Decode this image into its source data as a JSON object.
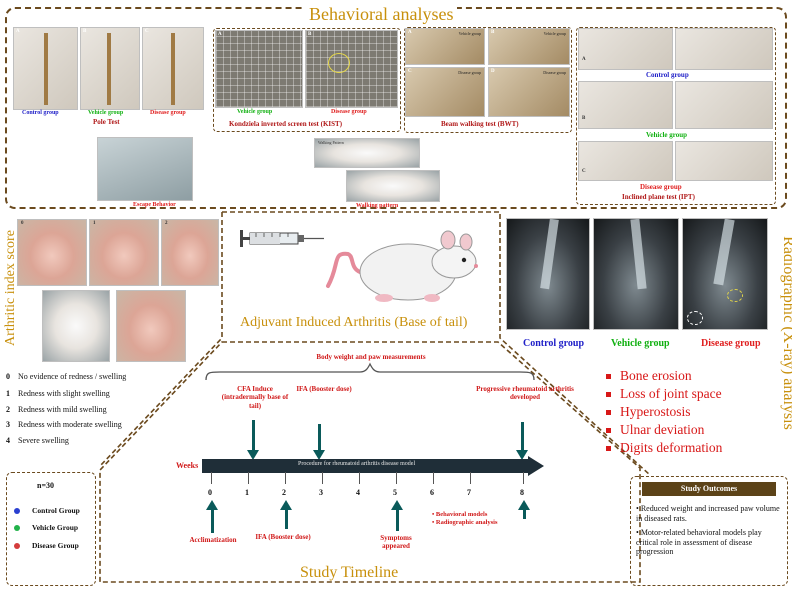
{
  "behavioral": {
    "title": "Behavioral analyses",
    "pole_test": {
      "title": "Pole Test",
      "panels": [
        "A",
        "B",
        "C"
      ],
      "groups": [
        "Control group",
        "Vehicle group",
        "Disease group"
      ]
    },
    "escape": {
      "caption": "Escape Behavior"
    },
    "kist": {
      "title": "Kondziela inverted screen test (KIST)",
      "panels": [
        "A",
        "B"
      ],
      "groups": [
        "Vehicle group",
        "Disease group"
      ]
    },
    "walking": {
      "caption": "Walking pattern",
      "photo_text": "Walking Pattern"
    },
    "bwt": {
      "title": "Beam walking test (BWT)",
      "panels": [
        "A",
        "B",
        "C",
        "D"
      ],
      "tags": [
        "Vehicle group",
        "Vehicle group",
        "Disease group",
        "Disease group"
      ]
    },
    "ipt": {
      "title": "Inclined plane test (IPT)",
      "panels": [
        "A",
        "B",
        "C"
      ],
      "groups": [
        "Control group",
        "Vehicle group",
        "Disease group"
      ]
    }
  },
  "arthritic": {
    "title": "Arthritic index score",
    "panels": [
      "0",
      "1",
      "2"
    ],
    "scores": [
      {
        "n": "0",
        "t": "No evidence of redness / swelling"
      },
      {
        "n": "1",
        "t": "Redness with slight swelling"
      },
      {
        "n": "2",
        "t": "Redness with mild swelling"
      },
      {
        "n": "3",
        "t": "Redness with moderate swelling"
      },
      {
        "n": "4",
        "t": "Severe swelling"
      }
    ]
  },
  "induction": {
    "title": "Adjuvant Induced Arthritis (Base of tail)"
  },
  "radiographic": {
    "title": "Radiographic (X-ray) analysis",
    "groups": [
      "Control group",
      "Vehicle group",
      "Disease group"
    ],
    "findings": [
      "Bone erosion",
      "Loss of joint space",
      "Hyperostosis",
      "Ulnar deviation",
      "Digits deformation"
    ]
  },
  "timeline": {
    "title": "Study Timeline",
    "bracket_label": "Body weight and paw measurements",
    "axis_label": "Weeks",
    "bar_label": "Procedure for rheumatoid arthritis disease model",
    "weeks": [
      "0",
      "1",
      "2",
      "3",
      "4",
      "5",
      "6",
      "7",
      "8"
    ],
    "top_events": [
      "CFA Induce (intradermally base of tail)",
      "IFA (Booster dose)",
      "Progressive rheumatoid arthritis developed"
    ],
    "bottom_events": [
      "Acclimatization",
      "IFA (Booster dose)",
      "Symptoms appeared",
      "Behavioral models",
      "Radiographic analysis"
    ]
  },
  "legend": {
    "n": "n=30",
    "items": [
      {
        "label": "Control Group",
        "color": "#2a3fd0"
      },
      {
        "label": "Vehicle Group",
        "color": "#22b24a"
      },
      {
        "label": "Disease Group",
        "color": "#d43c3c"
      }
    ]
  },
  "outcomes": {
    "title": "Study Outcomes",
    "items": [
      "Reduced weight and increased paw volume in diseased rats.",
      "Motor-related behavioral models play critical role in assessment of disease progression"
    ]
  },
  "colors": {
    "accent": "#c8900c",
    "border": "#6b4a1e",
    "timeline_bar": "#1f2e38",
    "arrow": "#0a5a5a",
    "highlight_red": "#d81818"
  }
}
